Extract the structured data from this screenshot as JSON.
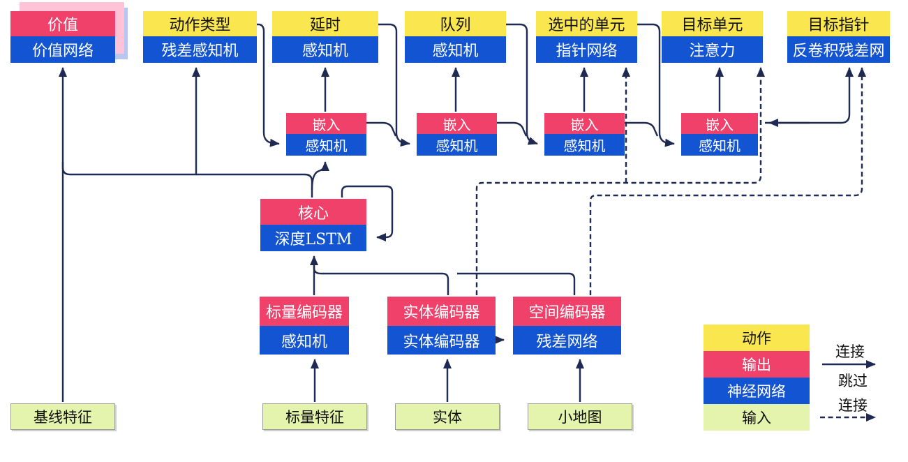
{
  "palette": {
    "action_yellow": "#FAE64F",
    "output_red": "#F0416B",
    "network_blue": "#1254D1",
    "input_green": "#E5F4AD",
    "wire_navy": "#1F2A52",
    "value_shadow_pink": "#FFC2D6",
    "value_shadow_blue": "#B9C6F0"
  },
  "top_row": [
    {
      "label": "价值",
      "network": "价值网络"
    },
    {
      "label": "动作类型",
      "network": "残差感知机"
    },
    {
      "label": "延时",
      "network": "感知机"
    },
    {
      "label": "队列",
      "network": "感知机"
    },
    {
      "label": "选中的单元",
      "network": "指针网络"
    },
    {
      "label": "目标单元",
      "network": "注意力"
    },
    {
      "label": "目标指针",
      "network": "反卷积残差网"
    }
  ],
  "embeds": [
    {
      "label": "嵌入",
      "network": "感知机"
    },
    {
      "label": "嵌入",
      "network": "感知机"
    },
    {
      "label": "嵌入",
      "network": "感知机"
    },
    {
      "label": "嵌入",
      "network": "感知机"
    }
  ],
  "core": {
    "label": "核心",
    "network": "深度LSTM"
  },
  "encoders": [
    {
      "label": "标量编码器",
      "network": "感知机"
    },
    {
      "label": "实体编码器",
      "network": "实体编码器"
    },
    {
      "label": "空间编码器",
      "network": "残差网络"
    }
  ],
  "inputs": [
    {
      "label": "基线特征"
    },
    {
      "label": "标量特征"
    },
    {
      "label": "实体"
    },
    {
      "label": "小地图"
    }
  ],
  "legend": {
    "items": [
      {
        "label": "动作"
      },
      {
        "label": "输出"
      },
      {
        "label": "神经网络"
      },
      {
        "label": "输入"
      }
    ],
    "solid_label": "连接",
    "skip_label_line1": "跳过",
    "skip_label_line2": "连接"
  }
}
